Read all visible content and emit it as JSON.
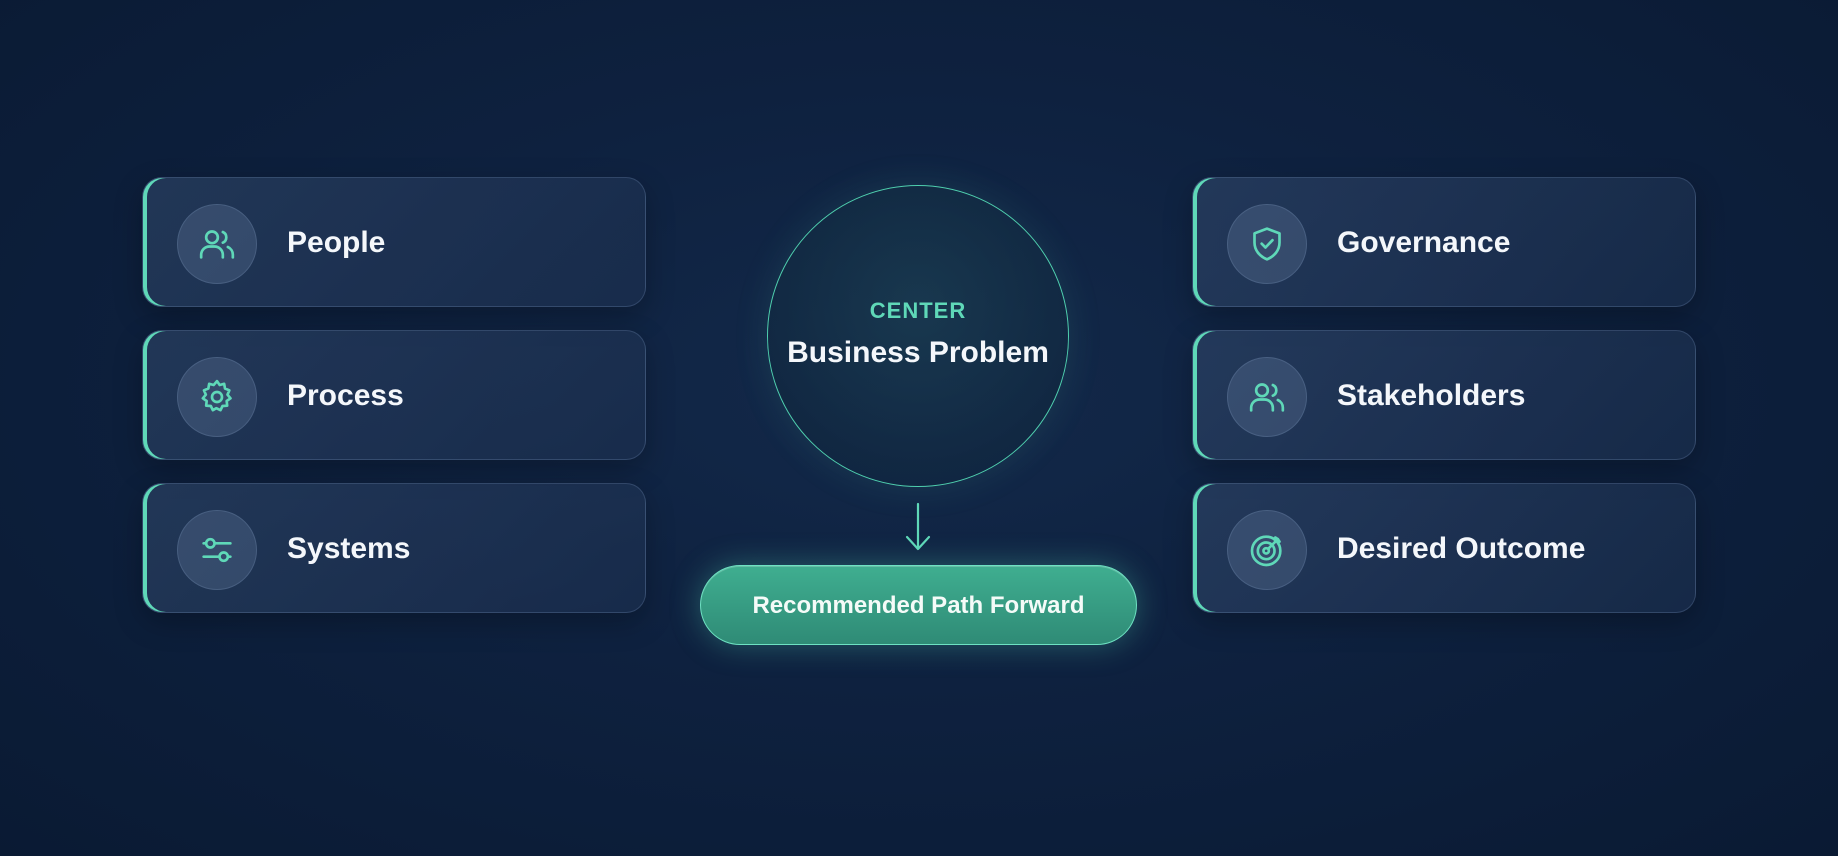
{
  "left_cards": [
    {
      "label": "People",
      "icon": "users-icon"
    },
    {
      "label": "Process",
      "icon": "gear-icon"
    },
    {
      "label": "Systems",
      "icon": "sliders-icon"
    }
  ],
  "right_cards": [
    {
      "label": "Governance",
      "icon": "shield-check-icon"
    },
    {
      "label": "Stakeholders",
      "icon": "users-icon"
    },
    {
      "label": "Desired Outcome",
      "icon": "target-icon"
    }
  ],
  "center": {
    "kicker": "CENTER",
    "title": "Business Problem"
  },
  "cta": {
    "label": "Recommended Path Forward"
  },
  "colors": {
    "background": "#0e213f",
    "accent": "#5fd8b8",
    "button": "#38a086",
    "text": "#f4f7fb"
  }
}
